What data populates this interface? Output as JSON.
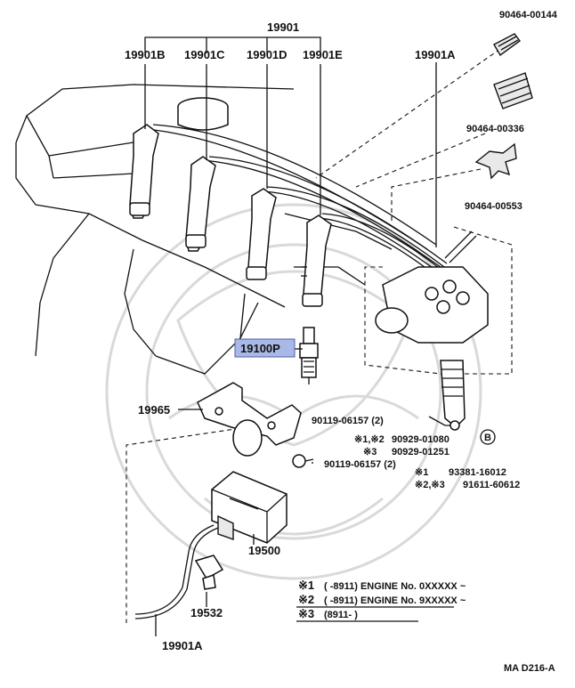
{
  "callouts": {
    "c19901": "19901",
    "c19901b": "19901B",
    "c19901c": "19901C",
    "c19901d": "19901D",
    "c19901e": "19901E",
    "c19901a_top": "19901A",
    "c90464_00144": "90464-00144",
    "c90464_00336": "90464-00336",
    "c90464_00553": "90464-00553",
    "c19100p": "19100P",
    "c19965": "19965",
    "c90119_06157a": "90119-06157 (2)",
    "c90119_06157b": "90119-06157 (2)",
    "c90929_01080": "90929-01080",
    "c90929_01251": "90929-01251",
    "c93381_16012": "93381-16012",
    "c91611_60612": "91611-60612",
    "c19500": "19500",
    "c19532": "19532",
    "c19901a_bottom": "19901A",
    "circle_b": "B"
  },
  "marks": {
    "m1": "※1,※2",
    "m2": "※3",
    "m3": "※1",
    "m4": "※2,※3"
  },
  "notes": [
    {
      "mark": "※1",
      "text": "(      -8911) ENGINE No. 0XXXXX ~"
    },
    {
      "mark": "※2",
      "text": "(      -8911) ENGINE No. 9XXXXX ~"
    },
    {
      "mark": "※3",
      "text": "(8911-        )"
    }
  ],
  "diagram_code": "MA D216-A",
  "highlight_color": "#a9b8e6"
}
